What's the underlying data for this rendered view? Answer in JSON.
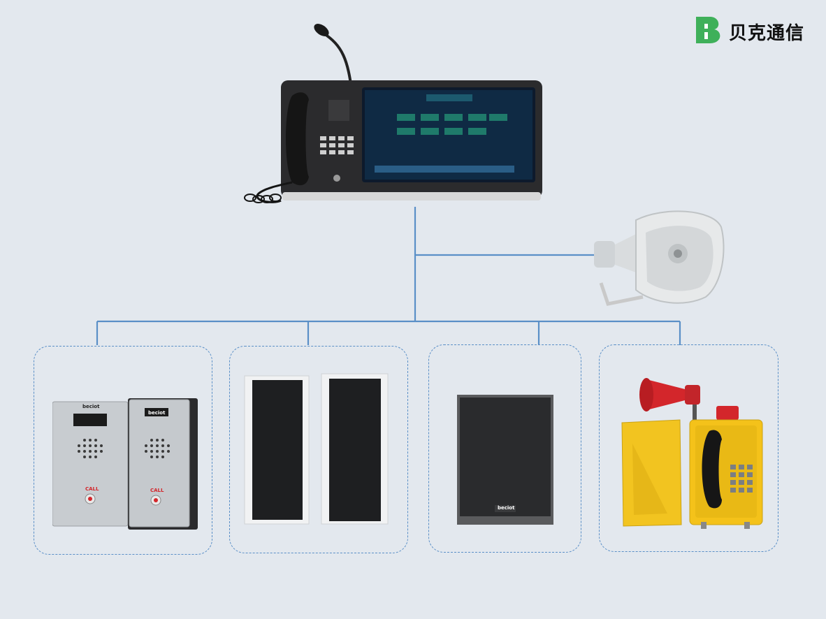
{
  "brand": {
    "logo_text": "贝克通信",
    "accent_color": "#3fb05a"
  },
  "connector_color": "#5a8fc7",
  "devices": {
    "console": {
      "icon": "dispatch-console-icon"
    },
    "horn": {
      "icon": "horn-speaker-icon"
    },
    "intercoms": {
      "icon": "intercom-panels-icon",
      "brand_left": "beciot",
      "brand_right": "beciot",
      "call_left": "CALL",
      "call_right": "CALL"
    },
    "column_speakers": {
      "icon": "column-speakers-icon"
    },
    "wall_speaker": {
      "icon": "wall-speaker-icon",
      "brand": "beciot"
    },
    "industrial_phone": {
      "icon": "industrial-phone-icon"
    }
  }
}
